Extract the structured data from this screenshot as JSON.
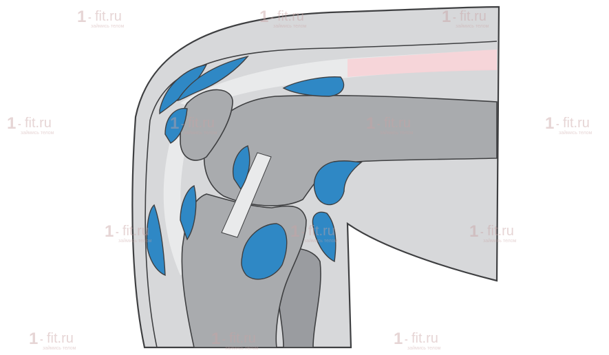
{
  "image": {
    "subject": "knee-joint-sagittal-section",
    "colors": {
      "background": "#ffffff",
      "outer_skin": "#d7d8da",
      "outline": "#3e3f41",
      "bone": "#a9abae",
      "bone_dark": "#9a9ca0",
      "cartilage": "#e9eaeb",
      "bursa_fluid": "#2f88c5",
      "muscle_tint": "#f7d3d7",
      "watermark": "#c9a3a3"
    }
  },
  "watermark": {
    "brand_1": "1",
    "brand_dot": "-",
    "brand_site": "fit.ru",
    "tagline": "займись телом"
  }
}
